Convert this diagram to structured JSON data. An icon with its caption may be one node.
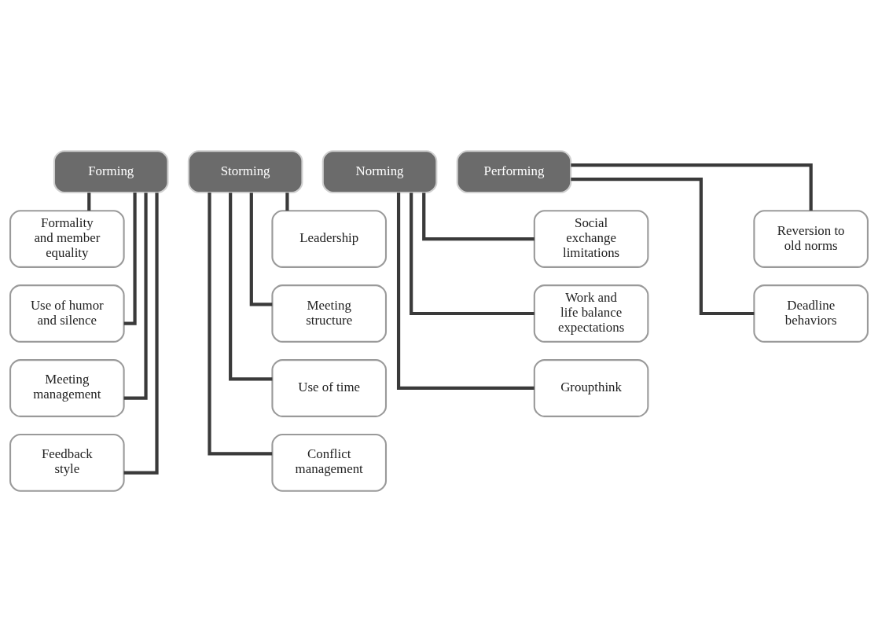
{
  "diagram": {
    "nodes": [
      {
        "text": [
          "Forming"
        ]
      },
      {
        "text": [
          "Formality and member equality"
        ]
      },
      {
        "text": [
          "Use of humor and silence"
        ]
      },
      {
        "text": [
          "Meeting management"
        ]
      },
      {
        "text": [
          "Feedback style"
        ]
      },
      {
        "text": [
          "Storming"
        ]
      },
      {
        "text": [
          "Leadership"
        ]
      },
      {
        "text": [
          "Meeting structure"
        ]
      },
      {
        "text": [
          "Use of time"
        ]
      },
      {
        "text": [
          "Conflict management"
        ]
      },
      {
        "text": [
          "Norming"
        ]
      },
      {
        "text": [
          "Social exchange limitations"
        ]
      },
      {
        "text": [
          "Work and life balance expectations"
        ]
      },
      {
        "text": [
          "Groupthink"
        ]
      },
      {
        "text": [
          "Performing"
        ]
      },
      {
        "text": [
          "Reversion to old norms"
        ]
      },
      {
        "text": [
          "Deadline behaviors"
        ]
      }
    ],
    "edges": [
      {
        "from": 0,
        "to": 1,
        "arrow": "none"
      },
      {
        "from": 0,
        "to": 2,
        "arrow": "none"
      },
      {
        "from": 0,
        "to": 3,
        "arrow": "none"
      },
      {
        "from": 0,
        "to": 4,
        "arrow": "none"
      },
      {
        "from": 5,
        "to": 6,
        "arrow": "none"
      },
      {
        "from": 5,
        "to": 7,
        "arrow": "none"
      },
      {
        "from": 5,
        "to": 8,
        "arrow": "none"
      },
      {
        "from": 5,
        "to": 9,
        "arrow": "none"
      },
      {
        "from": 10,
        "to": 11,
        "arrow": "none"
      },
      {
        "from": 10,
        "to": 12,
        "arrow": "none"
      },
      {
        "from": 10,
        "to": 13,
        "arrow": "none"
      },
      {
        "from": 14,
        "to": 15,
        "arrow": "none"
      },
      {
        "from": 14,
        "to": 16,
        "arrow": "none"
      }
    ]
  }
}
